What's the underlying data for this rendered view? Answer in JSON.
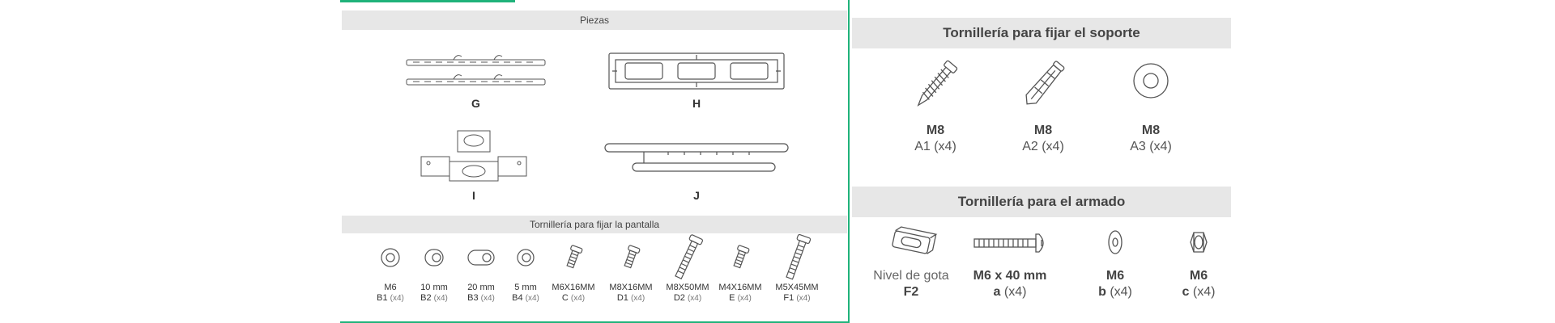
{
  "left": {
    "piezas_title": "Piezas",
    "parts": [
      {
        "label": "G",
        "icon": "rail-pair-icon"
      },
      {
        "label": "H",
        "icon": "wall-plate-icon"
      },
      {
        "label": "I",
        "icon": "bracket-plates-icon"
      },
      {
        "label": "J",
        "icon": "tube-pair-icon"
      }
    ],
    "screws_title": "Tornillería para fijar la pantalla",
    "screws": [
      {
        "size": "M6",
        "code": "B1",
        "qty": "(x4)",
        "icon": "washer-icon"
      },
      {
        "size": "10 mm",
        "code": "B2",
        "qty": "(x4)",
        "icon": "spacer-icon"
      },
      {
        "size": "20 mm",
        "code": "B3",
        "qty": "(x4)",
        "icon": "spacer-long-icon"
      },
      {
        "size": "5 mm",
        "code": "B4",
        "qty": "(x4)",
        "icon": "spacer-short-icon"
      },
      {
        "size": "M6X16MM",
        "code": "C",
        "qty": "(x4)",
        "icon": "short-bolt-icon"
      },
      {
        "size": "M8X16MM",
        "code": "D1",
        "qty": "(x4)",
        "icon": "short-bolt-icon"
      },
      {
        "size": "M8X50MM",
        "code": "D2",
        "qty": "(x4)",
        "icon": "long-bolt-icon"
      },
      {
        "size": "M4X16MM",
        "code": "E",
        "qty": "(x4)",
        "icon": "short-bolt-icon"
      },
      {
        "size": "M5X45MM",
        "code": "F1",
        "qty": "(x4)",
        "icon": "long-bolt-icon"
      }
    ]
  },
  "right": {
    "support_title": "Tornillería para fijar el soporte",
    "support_items": [
      {
        "size": "M8",
        "code": "A1 (x4)",
        "icon": "lag-screw-icon"
      },
      {
        "size": "M8",
        "code": "A2 (x4)",
        "icon": "wall-anchor-icon"
      },
      {
        "size": "M8",
        "code": "A3 (x4)",
        "icon": "washer-icon"
      }
    ],
    "assembly_title": "Tornillería para el armado",
    "assembly_items": [
      {
        "line1": "Nivel de gota",
        "line2": "F2",
        "icon": "bubble-level-icon"
      },
      {
        "line1": "M6 x 40 mm",
        "line2": "a",
        "qty": "(x4)",
        "icon": "long-screw-icon"
      },
      {
        "line1": "M6",
        "line2": "b",
        "qty": "(x4)",
        "icon": "washer-icon"
      },
      {
        "line1": "M6",
        "line2": "c",
        "qty": "(x4)",
        "icon": "nut-icon"
      }
    ]
  },
  "colors": {
    "accent": "#1fb27a",
    "bar": "#e7e7e7"
  }
}
